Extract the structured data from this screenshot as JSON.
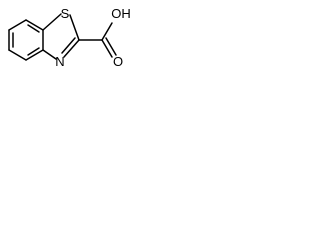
{
  "molecule": {
    "atoms": {
      "sulfur": "S",
      "nitrogen": "N",
      "hydroxyl": "OH",
      "carbonyl_oxygen": "O"
    }
  },
  "colors": {
    "background": "#ffffff",
    "bond": "#000000",
    "label": "#000000"
  }
}
